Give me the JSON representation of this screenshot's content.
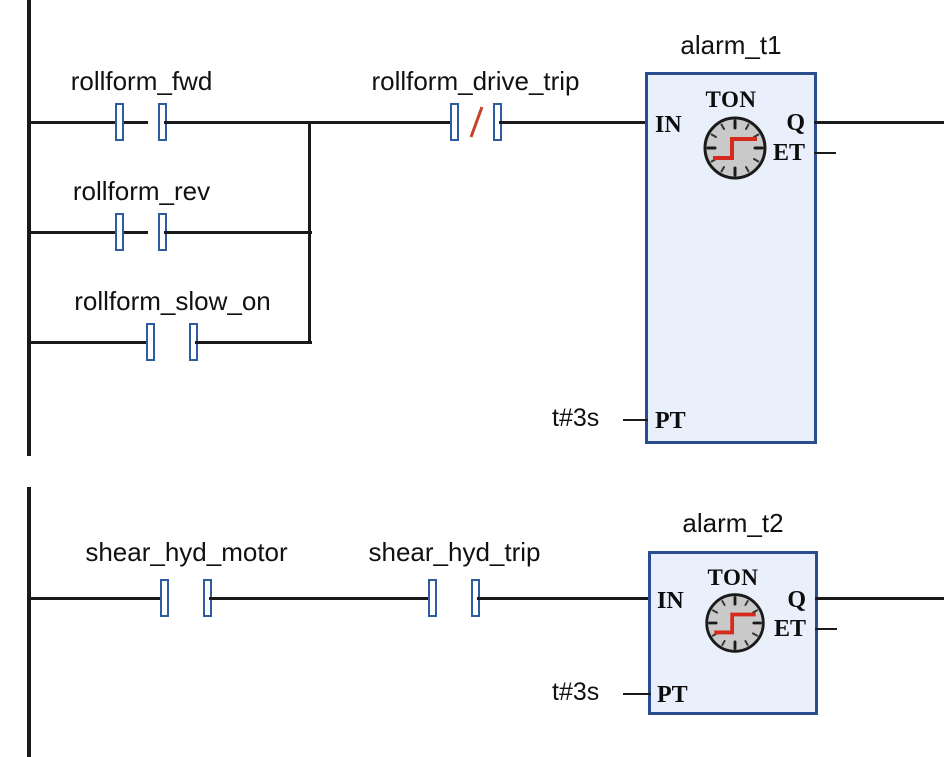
{
  "diagram": {
    "type": "ladder-logic",
    "language": "IEC 61131-3 Ladder Diagram (LD)",
    "rungs": [
      {
        "id": "rung-1",
        "branches": [
          {
            "tag": "rollform_fwd",
            "contact_type": "normally-open"
          },
          {
            "tag": "rollform_rev",
            "contact_type": "normally-open"
          },
          {
            "tag": "rollform_slow_on",
            "contact_type": "normally-open"
          }
        ],
        "series_contact": {
          "tag": "rollform_drive_trip",
          "contact_type": "normally-closed"
        },
        "block": {
          "instance_name": "alarm_t1",
          "type": "TON",
          "icon": "clock-icon",
          "inputs": [
            {
              "name": "IN"
            },
            {
              "name": "PT",
              "value": "t#3s"
            }
          ],
          "outputs": [
            {
              "name": "Q"
            },
            {
              "name": "ET"
            }
          ]
        }
      },
      {
        "id": "rung-2",
        "branches": [
          {
            "tag": "shear_hyd_motor",
            "contact_type": "normally-open"
          }
        ],
        "series_contact": {
          "tag": "shear_hyd_trip",
          "contact_type": "normally-open"
        },
        "block": {
          "instance_name": "alarm_t2",
          "type": "TON",
          "icon": "clock-icon",
          "inputs": [
            {
              "name": "IN"
            },
            {
              "name": "PT",
              "value": "t#3s"
            }
          ],
          "outputs": [
            {
              "name": "Q"
            },
            {
              "name": "ET"
            }
          ]
        }
      }
    ]
  },
  "colors": {
    "wire": "#1a1a1a",
    "contact_outline": "#2f5ca0",
    "nc_slash": "#c2452a",
    "block_border": "#2a4d8f",
    "block_fill": "#e9f0fb",
    "clock_face": "#c9c9c9",
    "clock_waveform": "#d42b1e",
    "text": "#111111"
  }
}
